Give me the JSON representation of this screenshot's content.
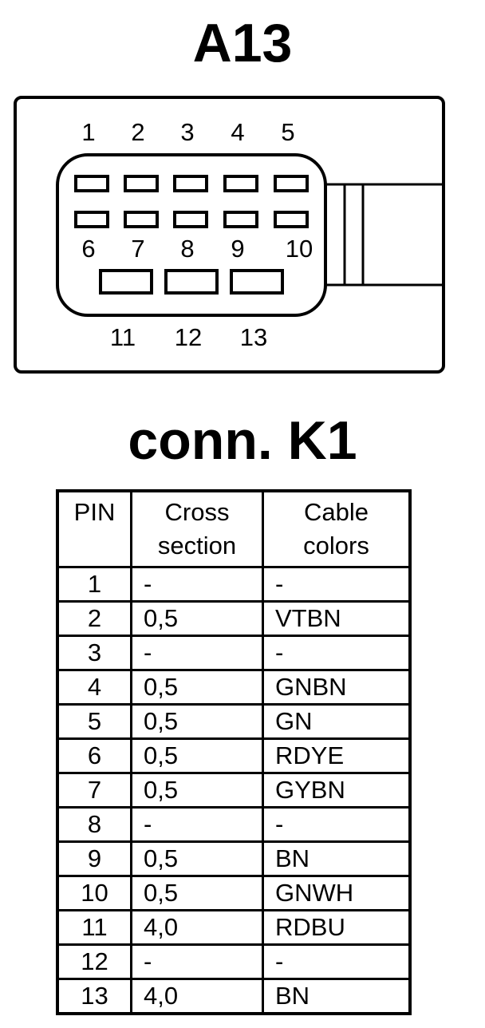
{
  "connector_title": "A13",
  "table_title": "conn. K1",
  "pin_labels": [
    "1",
    "2",
    "3",
    "4",
    "5",
    "6",
    "7",
    "8",
    "9",
    "10",
    "11",
    "12",
    "13"
  ],
  "table": {
    "headers": [
      [
        "PIN"
      ],
      [
        "Cross",
        "section"
      ],
      [
        "Cable",
        "colors"
      ]
    ],
    "rows": [
      {
        "pin": "1",
        "cross_section": "-",
        "color": "-"
      },
      {
        "pin": "2",
        "cross_section": "0,5",
        "color": "VTBN"
      },
      {
        "pin": "3",
        "cross_section": "-",
        "color": "-"
      },
      {
        "pin": "4",
        "cross_section": "0,5",
        "color": "GNBN"
      },
      {
        "pin": "5",
        "cross_section": "0,5",
        "color": "GN"
      },
      {
        "pin": "6",
        "cross_section": "0,5",
        "color": "RDYE"
      },
      {
        "pin": "7",
        "cross_section": "0,5",
        "color": "GYBN"
      },
      {
        "pin": "8",
        "cross_section": "-",
        "color": "-"
      },
      {
        "pin": "9",
        "cross_section": "0,5",
        "color": "BN"
      },
      {
        "pin": "10",
        "cross_section": "0,5",
        "color": "GNWH"
      },
      {
        "pin": "11",
        "cross_section": "4,0",
        "color": "RDBU"
      },
      {
        "pin": "12",
        "cross_section": "-",
        "color": "-"
      },
      {
        "pin": "13",
        "cross_section": "4,0",
        "color": "BN"
      }
    ]
  }
}
